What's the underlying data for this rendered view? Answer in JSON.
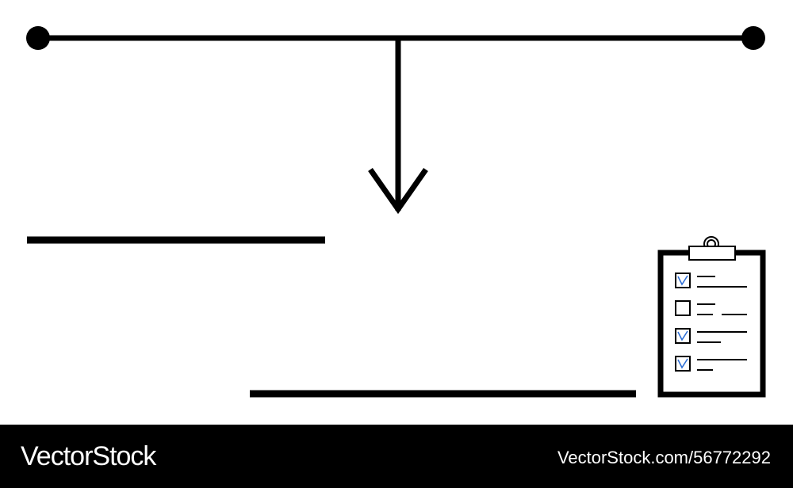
{
  "diagram": {
    "stroke_color": "#000000",
    "check_color": "#2f6fd6",
    "icons": [
      "timeline-connector",
      "down-arrow-icon",
      "clipboard-checklist-icon"
    ],
    "checklist_items": [
      {
        "checked": true
      },
      {
        "checked": false
      },
      {
        "checked": true
      },
      {
        "checked": true
      }
    ]
  },
  "footer": {
    "brand": "VectorStock",
    "image_url": "VectorStock.com/56772292",
    "background": "#000000",
    "text_color": "#ffffff"
  }
}
